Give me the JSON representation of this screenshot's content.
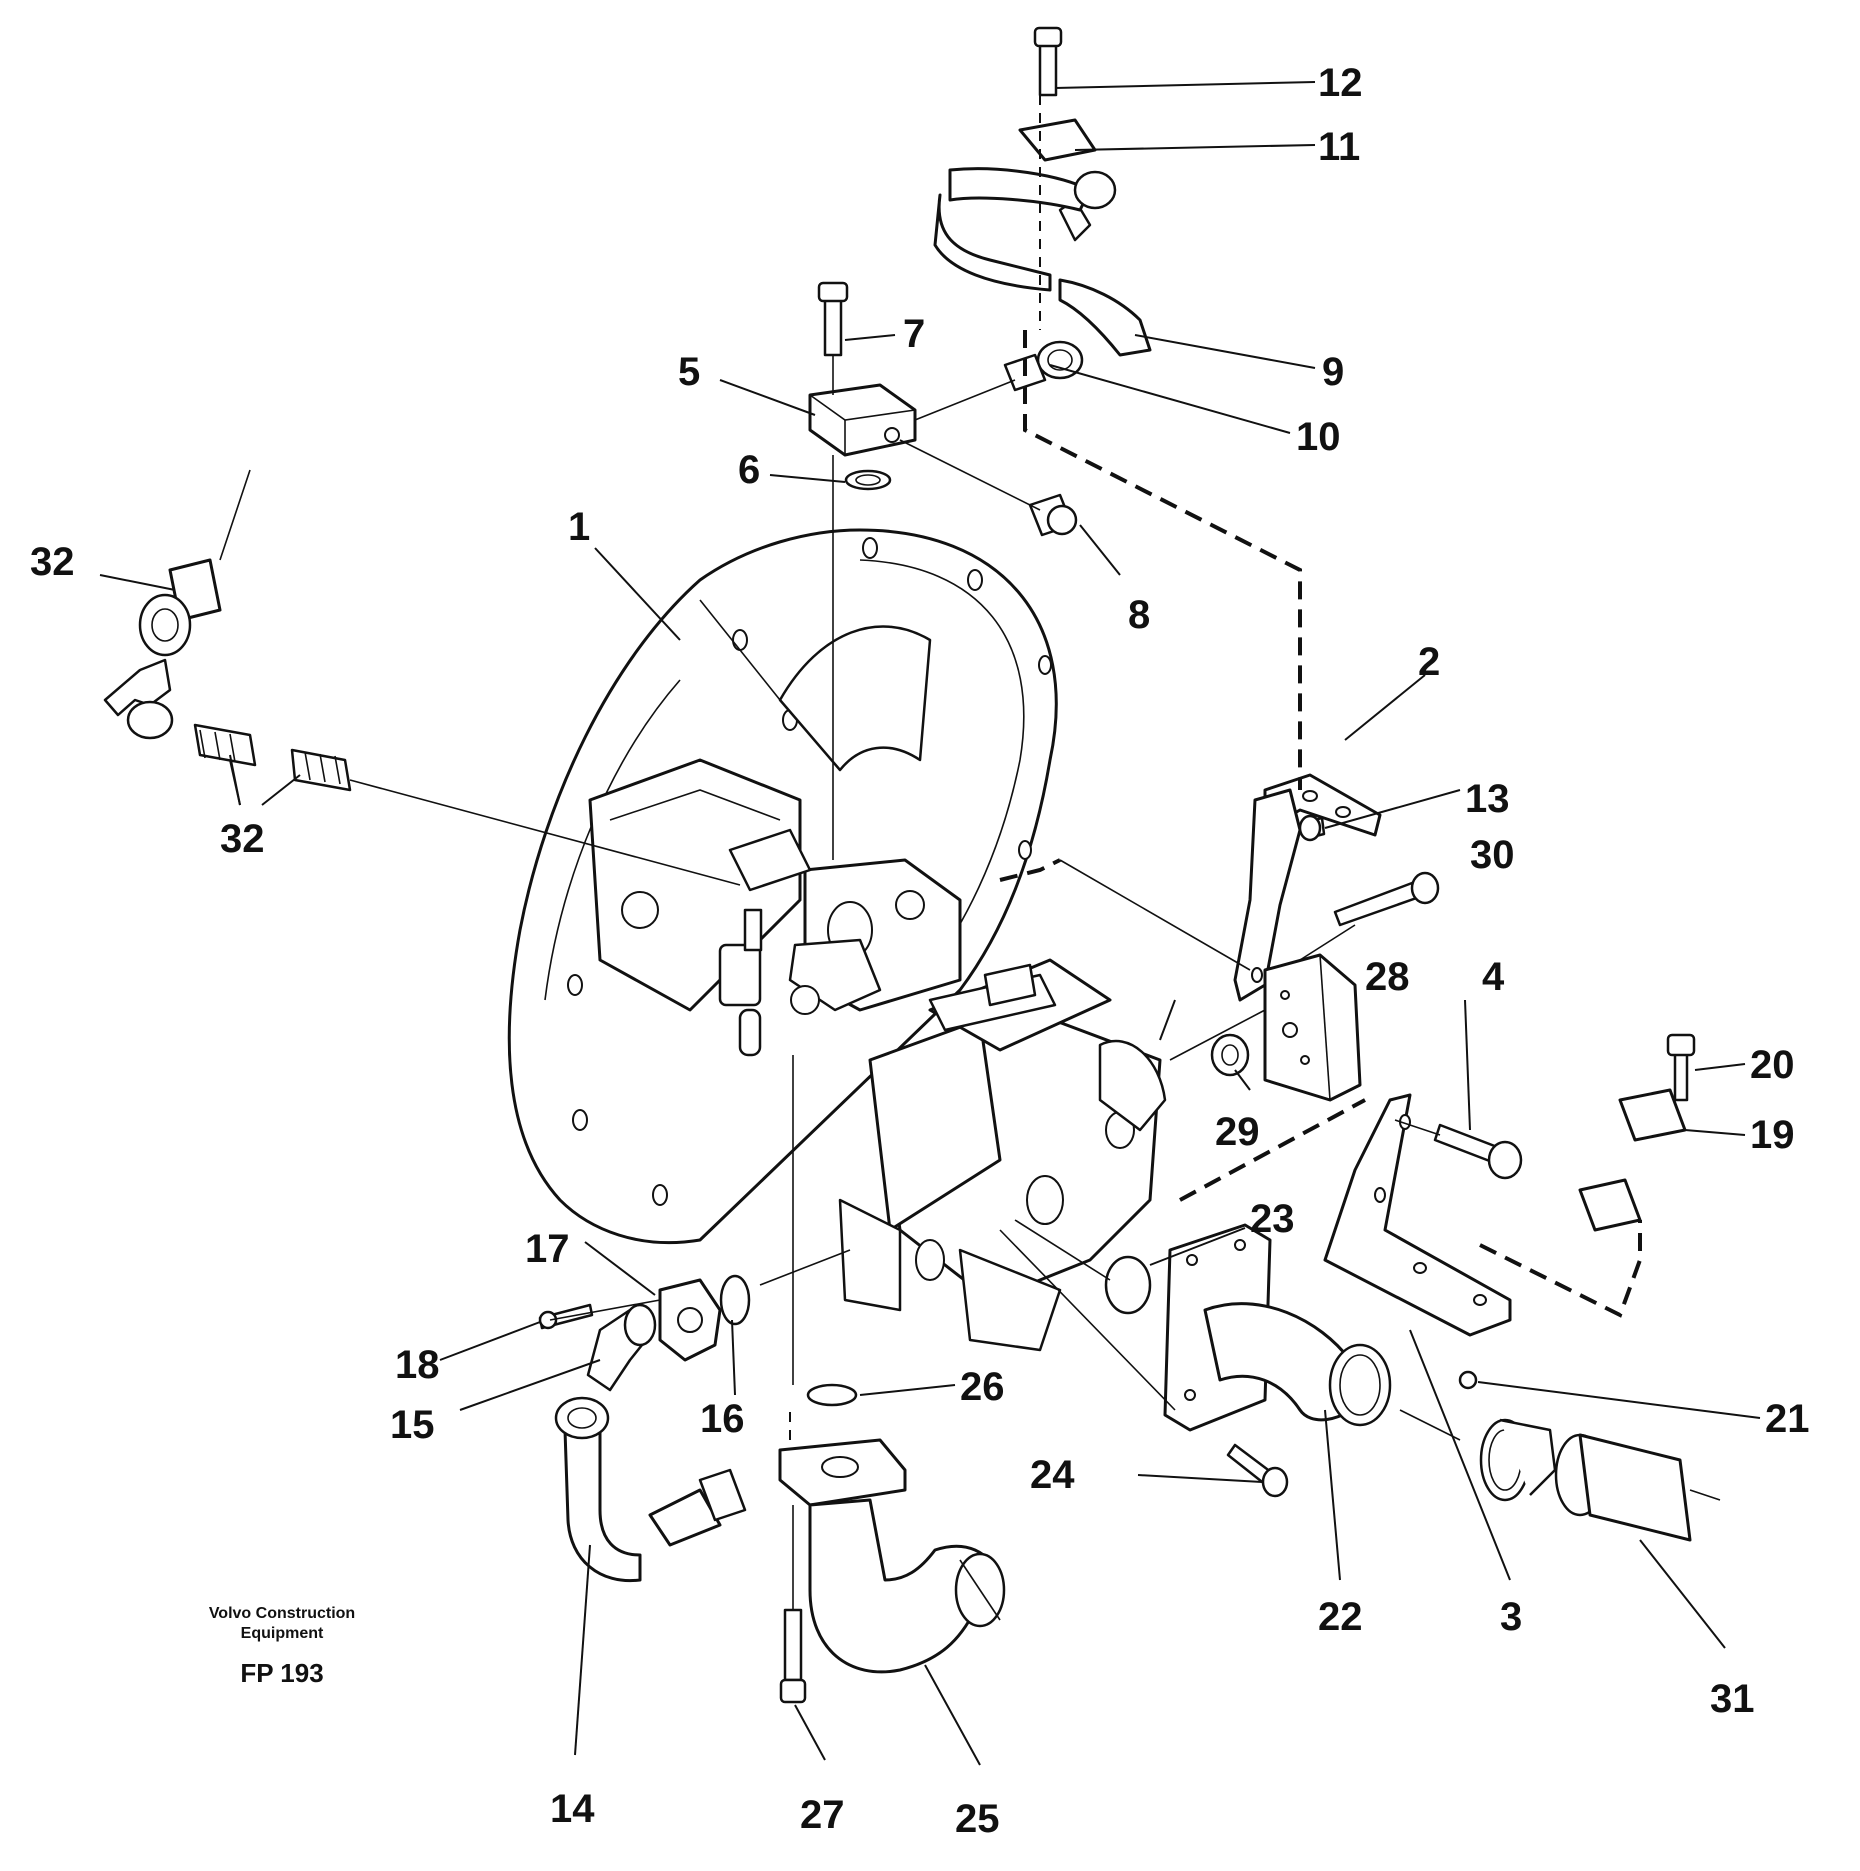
{
  "credit": {
    "line1": "Volvo Construction",
    "line2": "Equipment",
    "code": "FP 193"
  },
  "callouts": {
    "p1": "1",
    "p2": "2",
    "p3": "3",
    "p4": "4",
    "p5": "5",
    "p6": "6",
    "p7": "7",
    "p8": "8",
    "p9": "9",
    "p10": "10",
    "p11": "11",
    "p12": "12",
    "p13": "13",
    "p14": "14",
    "p15": "15",
    "p16": "16",
    "p17": "17",
    "p18": "18",
    "p19": "19",
    "p20": "20",
    "p21": "21",
    "p22": "22",
    "p23": "23",
    "p24": "24",
    "p25": "25",
    "p26": "26",
    "p27": "27",
    "p28": "28",
    "p29": "29",
    "p30": "30",
    "p31": "31",
    "p32a": "32",
    "p32b": "32"
  }
}
